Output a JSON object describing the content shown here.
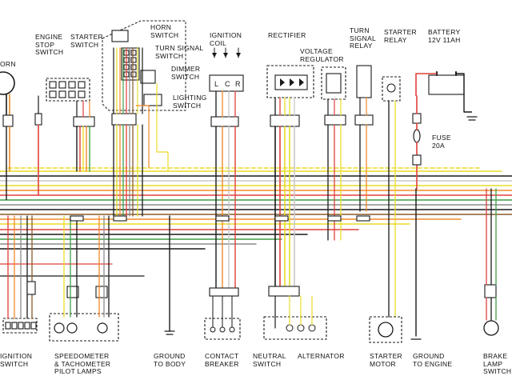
{
  "diagram": {
    "labels": {
      "horn": [
        "ORN"
      ],
      "engine_stop_switch": [
        "ENGINE",
        "STOP",
        "SWITCH"
      ],
      "starter_switch": [
        "STARTER",
        "SWITCH"
      ],
      "horn_switch": [
        "HORN",
        "SWITCH"
      ],
      "turn_signal_switch": [
        "TURN SIGNAL",
        "SWITCH"
      ],
      "dimmer_switch": [
        "DIMMER",
        "SWITCH"
      ],
      "lighting_switch": [
        "LIGHTING",
        "SWITCH"
      ],
      "ignition_coil": [
        "IGNITION",
        "COIL"
      ],
      "rectifier": [
        "RECTIFIER"
      ],
      "voltage_regulator": [
        "VOLTAGE",
        "REGULATOR"
      ],
      "turn_signal_relay": [
        "TURN",
        "SIGNAL",
        "RELAY"
      ],
      "starter_relay": [
        "STARTER",
        "RELAY"
      ],
      "battery": [
        "BATTERY",
        "12V 11AH"
      ],
      "fuse": [
        "FUSE",
        "20A"
      ],
      "ignition_switch": [
        "IGNITION",
        "SWITCH"
      ],
      "speedometer": [
        "SPEEDOMETER",
        "& TACHOMETER",
        "PILOT LAMPS"
      ],
      "ground_to_body": [
        "GROUND",
        "TO BODY"
      ],
      "contact_breaker": [
        "CONTACT",
        "BREAKER"
      ],
      "neutral_switch": [
        "NEUTRAL",
        "SWITCH"
      ],
      "alternator": [
        "ALTERNATOR"
      ],
      "starter_motor": [
        "STARTER",
        "MOTOR"
      ],
      "ground_to_engine": [
        "GROUND",
        "TO ENGINE"
      ],
      "brake_lamp_switch": [
        "BRAKE",
        "LAMP",
        "SWITCH"
      ]
    },
    "coil_terminals": [
      "L",
      "C",
      "R"
    ],
    "wire_colors": {
      "black": "#1a1a1a",
      "red": "#e0403a",
      "orange": "#f08a2a",
      "yellow": "#e8dc28",
      "green": "#3f9e4a",
      "brown": "#8a5a2b",
      "gray": "#8c8c8c",
      "white": "#c8c8c8"
    }
  }
}
